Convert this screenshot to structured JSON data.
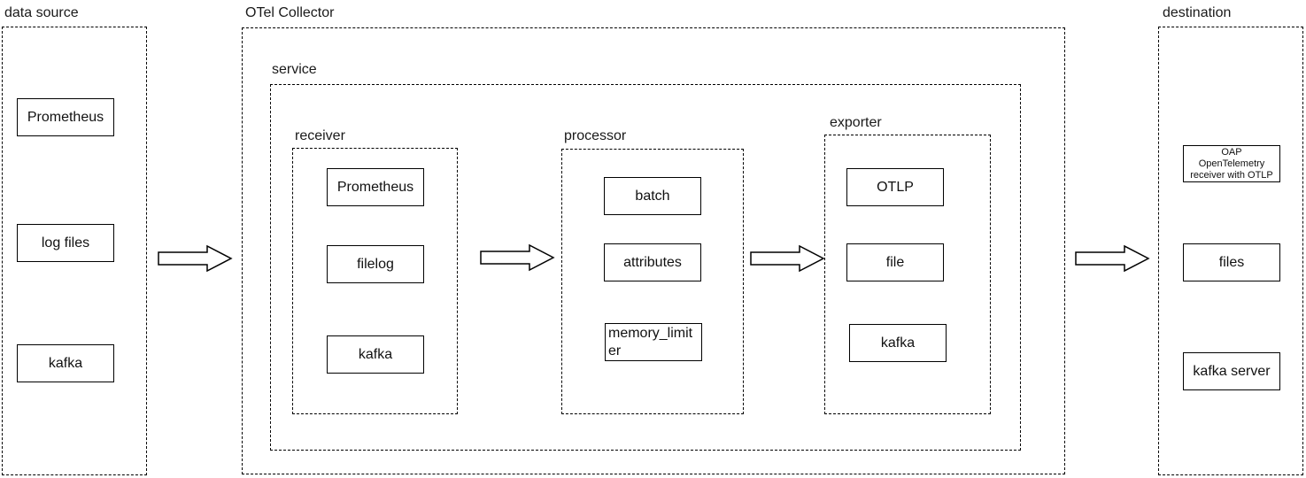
{
  "page": {
    "background": "#ffffff",
    "line_color": "#000000",
    "text_color": "#1a1a1a"
  },
  "icons": {
    "flow_arrow": "block-arrow-right"
  },
  "sections": {
    "data_source": {
      "label": "data source",
      "nodes": [
        "Prometheus",
        "log files",
        "kafka"
      ]
    },
    "otel_collector": {
      "label": "OTel Collector",
      "service": {
        "label": "service",
        "receiver": {
          "label": "receiver",
          "nodes": [
            "Prometheus",
            "filelog",
            "kafka"
          ]
        },
        "processor": {
          "label": "processor",
          "nodes": [
            "batch",
            "attributes",
            "memory_limiter"
          ]
        },
        "exporter": {
          "label": "exporter",
          "nodes": [
            "OTLP",
            "file",
            "kafka"
          ]
        }
      }
    },
    "destination": {
      "label": "destination",
      "oap_node_lines": [
        "OAP",
        "OpenTelemetry",
        "receiver with OTLP"
      ],
      "nodes": [
        "files",
        "kafka server"
      ]
    }
  }
}
